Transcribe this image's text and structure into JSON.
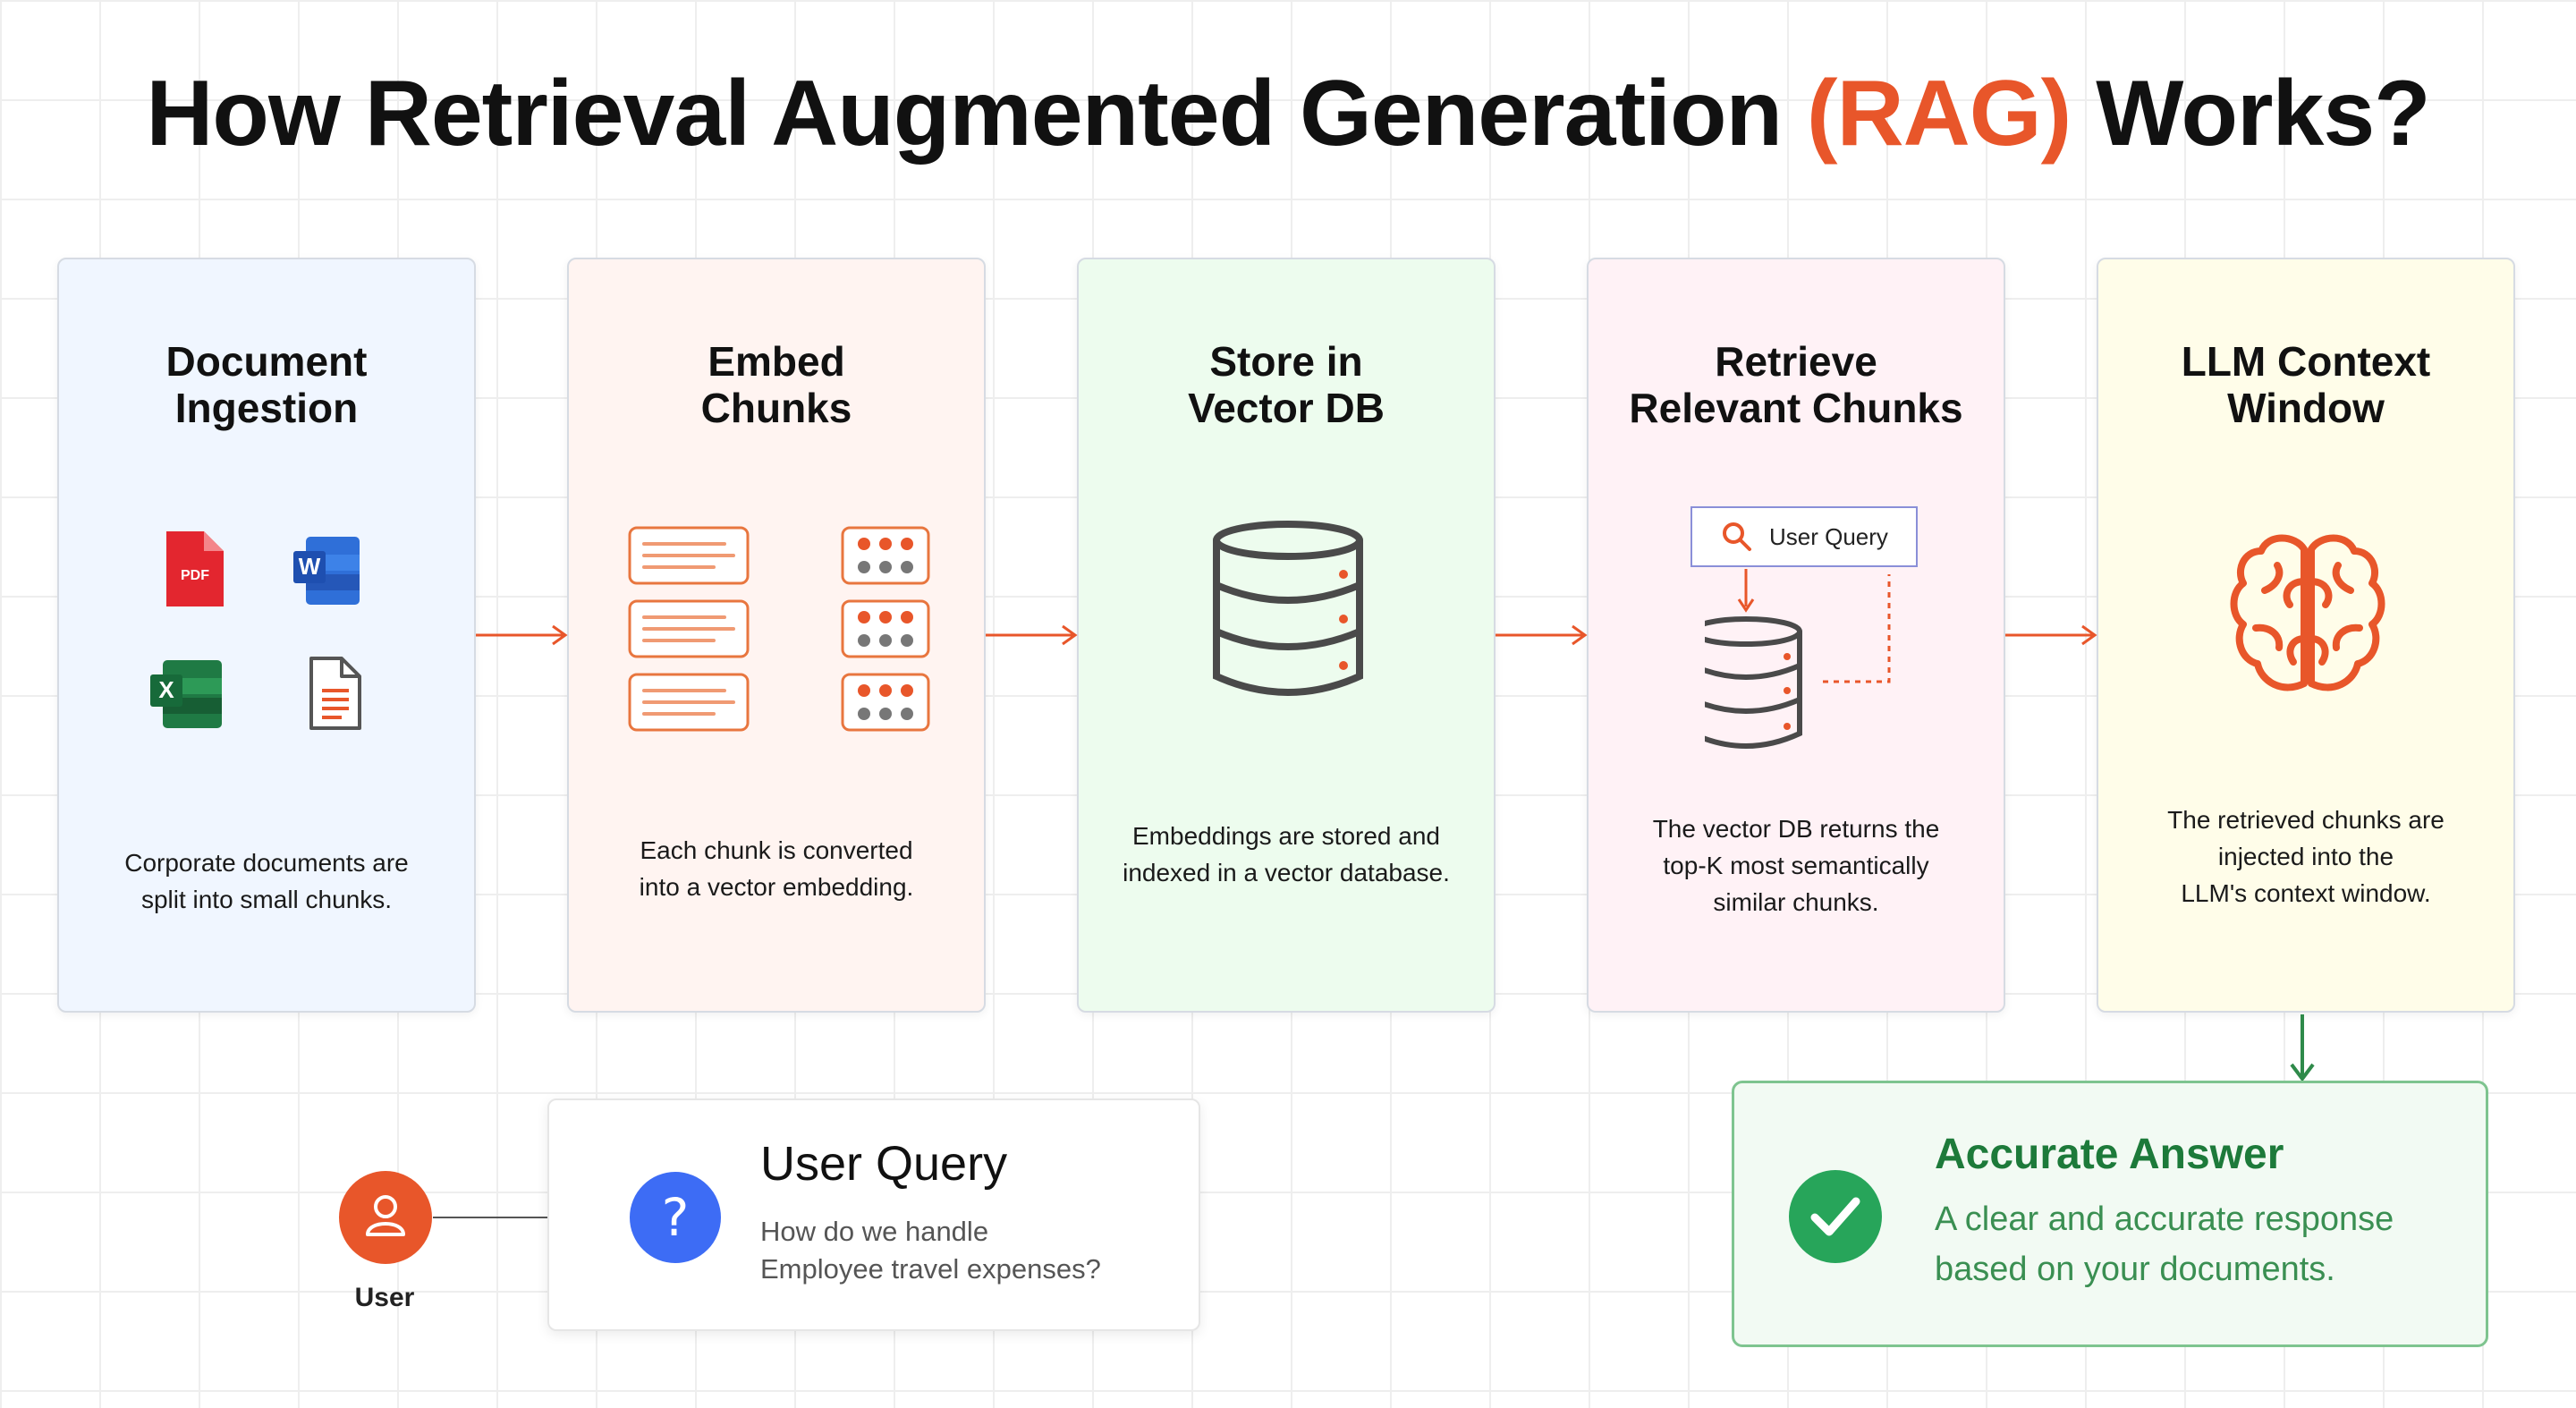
{
  "title": {
    "prefix": "How Retrieval Augmented Generation ",
    "accent": "(RAG)",
    "suffix": " Works?"
  },
  "steps": [
    {
      "title_line1": "Document",
      "title_line2": "Ingestion",
      "desc_line1": "Corporate documents are",
      "desc_line2": "split into small chunks.",
      "desc_line3": "",
      "bg": "#f0f6ff",
      "icons": [
        "pdf-file-icon",
        "word-document-icon",
        "excel-spreadsheet-icon",
        "text-document-icon"
      ],
      "pdf_label": "PDF",
      "word_label": "W",
      "excel_label": "X"
    },
    {
      "title_line1": "Embed",
      "title_line2": "Chunks",
      "desc_line1": "Each chunk is converted",
      "desc_line2": "into a vector embedding.",
      "desc_line3": "",
      "bg": "#fff4f1",
      "icons": [
        "text-chunk-icon",
        "vector-embedding-icon"
      ]
    },
    {
      "title_line1": "Store in",
      "title_line2": "Vector DB",
      "desc_line1": "Embeddings are stored and",
      "desc_line2": "indexed in a vector database.",
      "desc_line3": "",
      "bg": "#edfcee",
      "icons": [
        "database-icon"
      ]
    },
    {
      "title_line1": "Retrieve",
      "title_line2": "Relevant Chunks",
      "desc_line1": "The vector DB returns the",
      "desc_line2": "top-K most semantically",
      "desc_line3": "similar chunks.",
      "bg": "#fff2f6",
      "search_label": "User Query",
      "icons": [
        "search-icon",
        "database-icon"
      ]
    },
    {
      "title_line1": "LLM Context",
      "title_line2": "Window",
      "desc_line1": "The retrieved chunks are",
      "desc_line2": "injected into the",
      "desc_line3": "LLM's context window.",
      "bg": "#fffde9",
      "icons": [
        "brain-icon"
      ]
    }
  ],
  "user": {
    "label": "User",
    "icon": "user-icon"
  },
  "query": {
    "title": "User Query",
    "line1": "How do we handle",
    "line2": "Employee travel expenses?",
    "icon": "question-icon"
  },
  "answer": {
    "title": "Accurate Answer",
    "line1": "A clear and accurate response",
    "line2": "based on your documents.",
    "icon": "check-icon"
  },
  "colors": {
    "accent": "#e8562a",
    "query_blue": "#3d6cf5",
    "answer_green": "#1d7a3a",
    "check_green": "#27a55a"
  }
}
